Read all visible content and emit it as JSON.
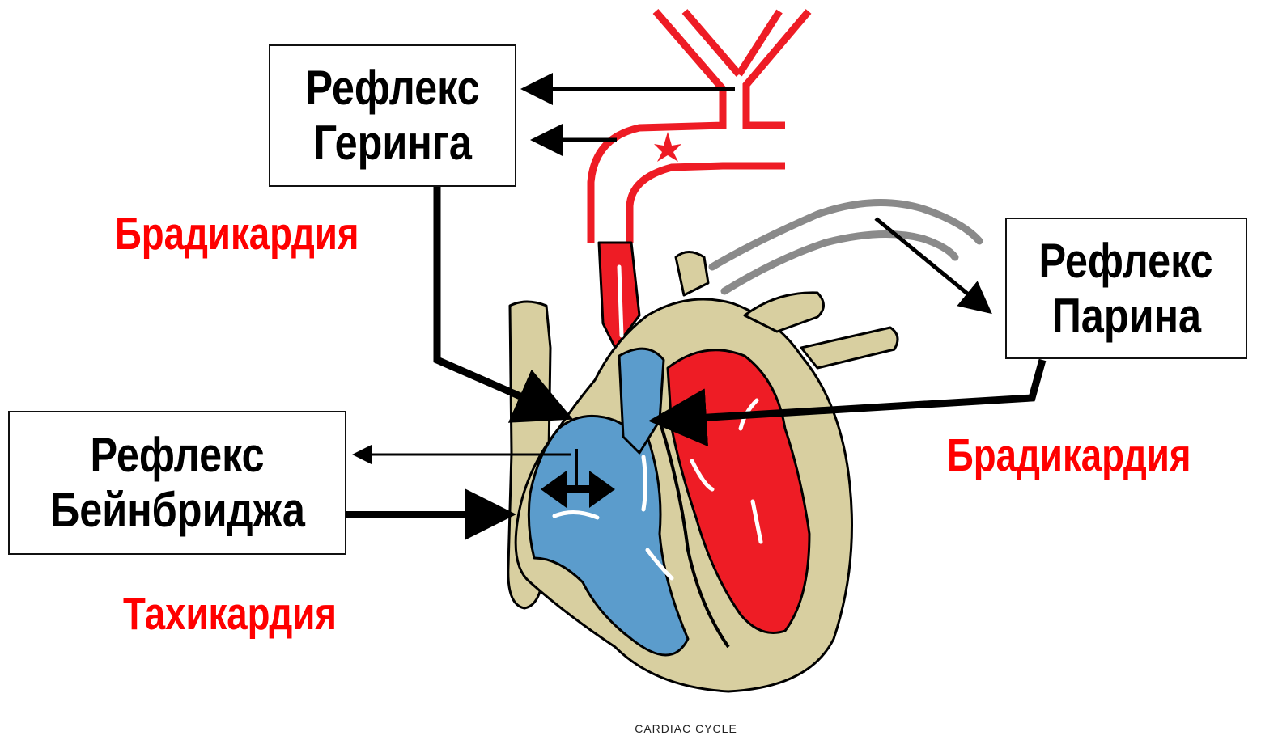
{
  "colors": {
    "arterial_red": "#ee1c25",
    "venous_blue": "#5b9ccc",
    "tissue_tan": "#d8cfa0",
    "outline": "#000000",
    "effect_text_red": "#ff0000",
    "nerve_grey": "#8a8a8a"
  },
  "reflexes": {
    "gering": {
      "line1": "Рефлекс",
      "line2": "Геринга",
      "effect": "Брадикардия"
    },
    "parin": {
      "line1": "Рефлекс",
      "line2": "Парина",
      "effect": "Брадикардия"
    },
    "bainbridge": {
      "line1": "Рефлекс",
      "line2": "Бейнбриджа",
      "effect": "Тахикардия"
    }
  },
  "caption": "CARDIAC CYCLE",
  "icons": [
    "heart-illustration",
    "carotid-bifurcation",
    "vagus-nerve"
  ]
}
